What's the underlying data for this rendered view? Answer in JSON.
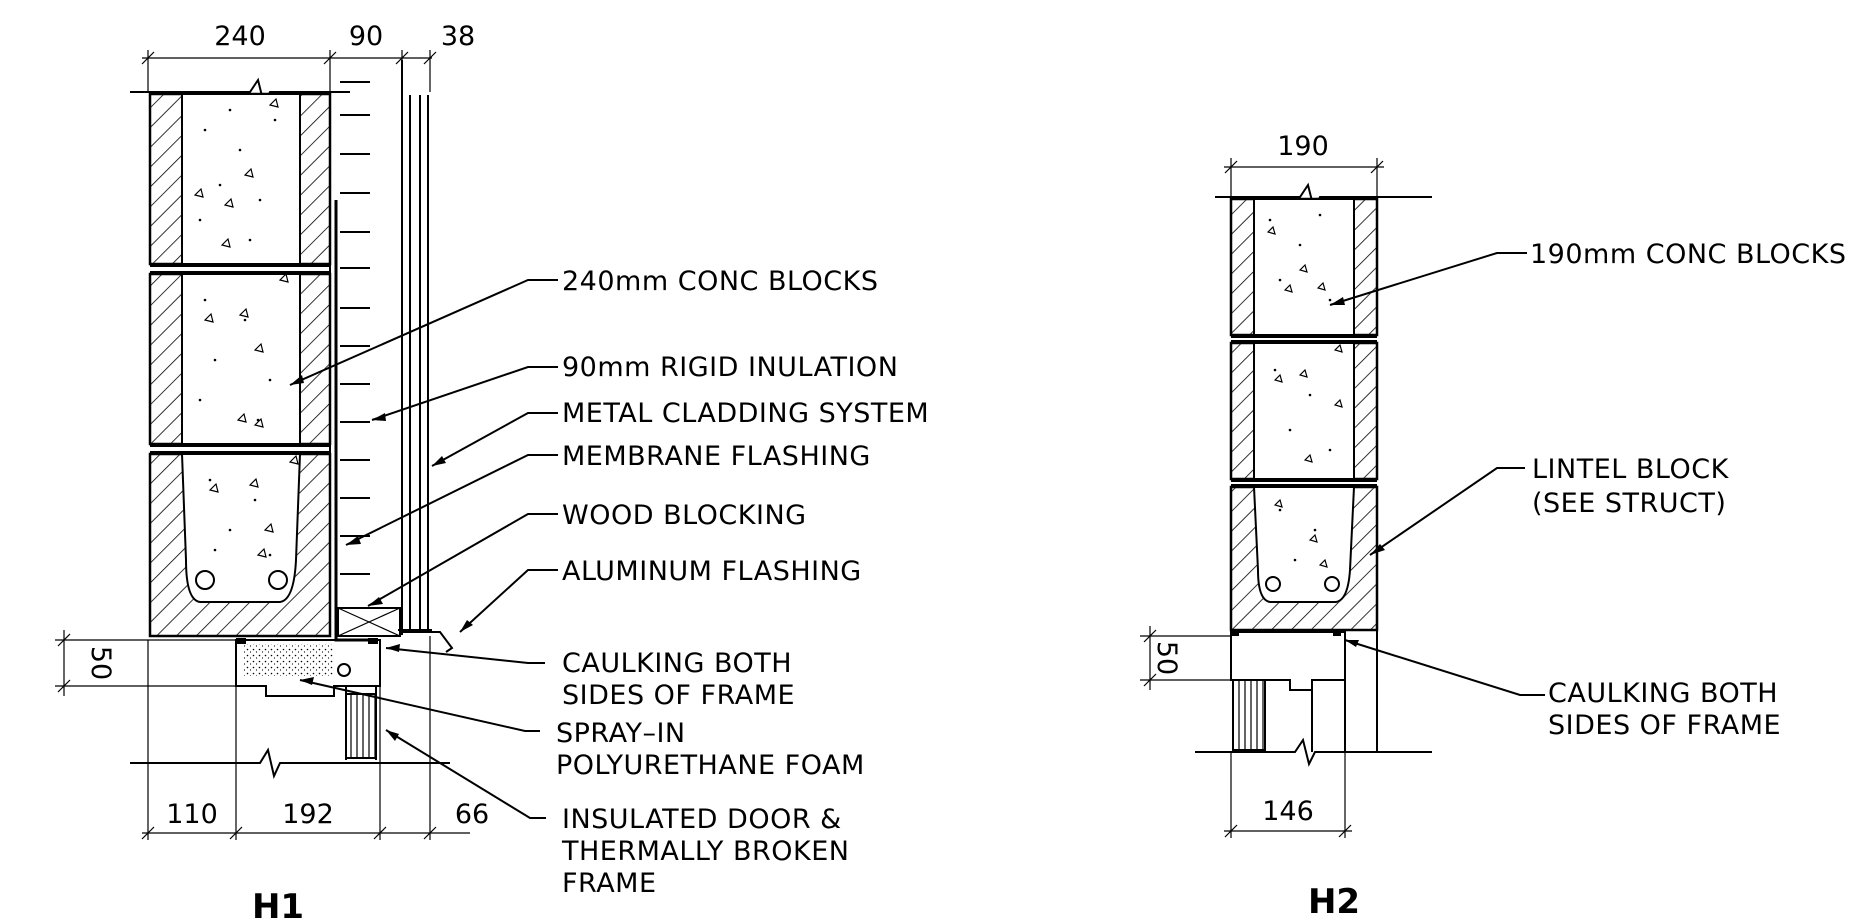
{
  "h1": {
    "title": "H1",
    "dims": {
      "top_a": "240",
      "top_b": "90",
      "top_c": "38",
      "side": "50",
      "bottom_a": "110",
      "bottom_b": "192",
      "bottom_c": "66"
    },
    "labels": {
      "conc_blocks": "240mm CONC BLOCKS",
      "rigid_insulation": "90mm RIGID INULATION",
      "metal_cladding": "METAL CLADDING SYSTEM",
      "membrane_flashing": "MEMBRANE FLASHING",
      "wood_blocking": "WOOD BLOCKING",
      "aluminum_flashing": "ALUMINUM FLASHING",
      "caulking_line1": "CAULKING BOTH",
      "caulking_line2": "SIDES OF FRAME",
      "spray_line1": "SPRAY–IN",
      "spray_line2": "POLYURETHANE FOAM",
      "door_line1": "INSULATED DOOR &",
      "door_line2": "THERMALLY BROKEN",
      "door_line3": "FRAME"
    }
  },
  "h2": {
    "title": "H2",
    "dims": {
      "top": "190",
      "side": "50",
      "bottom": "146"
    },
    "labels": {
      "conc_blocks": "190mm CONC BLOCKS",
      "lintel_line1": "LINTEL BLOCK",
      "lintel_line2": "(SEE STRUCT)",
      "caulking_line1": "CAULKING BOTH",
      "caulking_line2": "SIDES OF FRAME"
    }
  }
}
